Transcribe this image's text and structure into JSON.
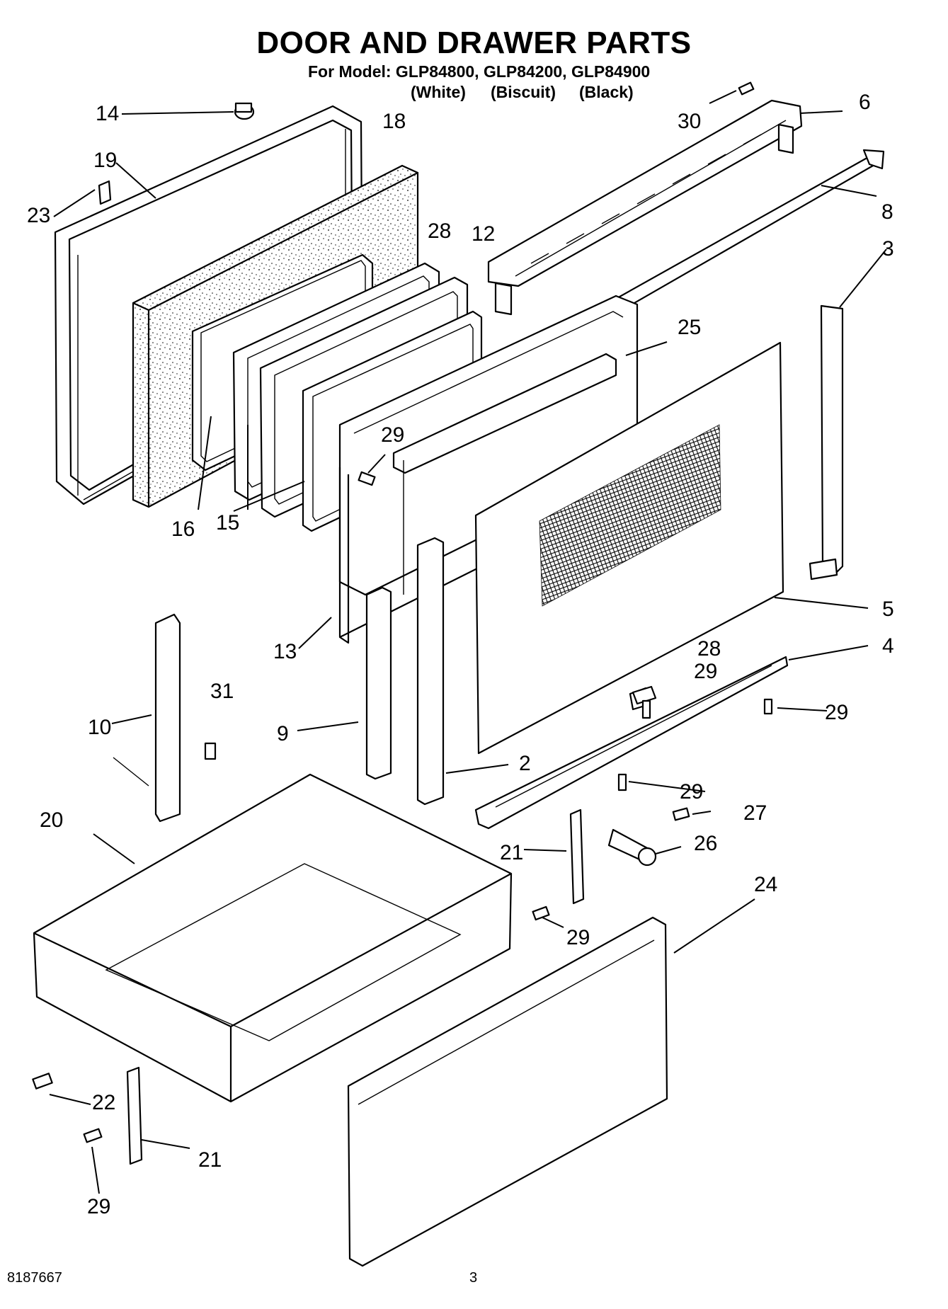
{
  "header": {
    "title": "DOOR AND DRAWER PARTS",
    "subtitle": "For Model: GLP84800, GLP84200, GLP84900",
    "variants": [
      "(White)",
      "(Biscuit)",
      "(Black)"
    ]
  },
  "callouts": [
    "14",
    "18",
    "19",
    "23",
    "28",
    "12",
    "30",
    "6",
    "8",
    "3",
    "25",
    "29",
    "16",
    "15",
    "5",
    "13",
    "4",
    "28",
    "29",
    "29",
    "31",
    "10",
    "9",
    "2",
    "29",
    "20",
    "27",
    "21",
    "26",
    "24",
    "29",
    "22",
    "21",
    "29"
  ],
  "footer": {
    "code": "8187667",
    "page": "3"
  }
}
